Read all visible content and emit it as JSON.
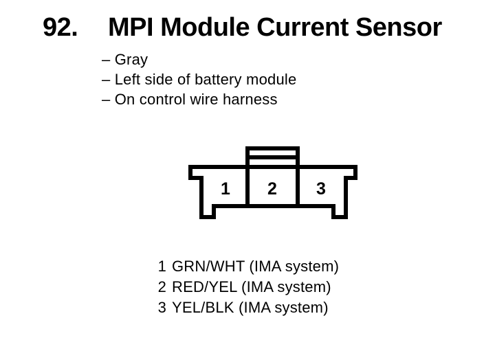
{
  "header": {
    "number": "92.",
    "title": "MPI Module Current Sensor"
  },
  "notes": [
    "– Gray",
    "– Left side of battery module",
    "– On control wire harness"
  ],
  "connector": {
    "pins": [
      "1",
      "2",
      "3"
    ]
  },
  "legend": {
    "rows": [
      {
        "pin": "1",
        "wire": "GRN/WHT (IMA system)"
      },
      {
        "pin": "2",
        "wire": "RED/YEL (IMA system)"
      },
      {
        "pin": "3",
        "wire": "YEL/BLK (IMA system)"
      }
    ]
  },
  "colors": {
    "ink": "#000000",
    "paper": "#ffffff"
  }
}
